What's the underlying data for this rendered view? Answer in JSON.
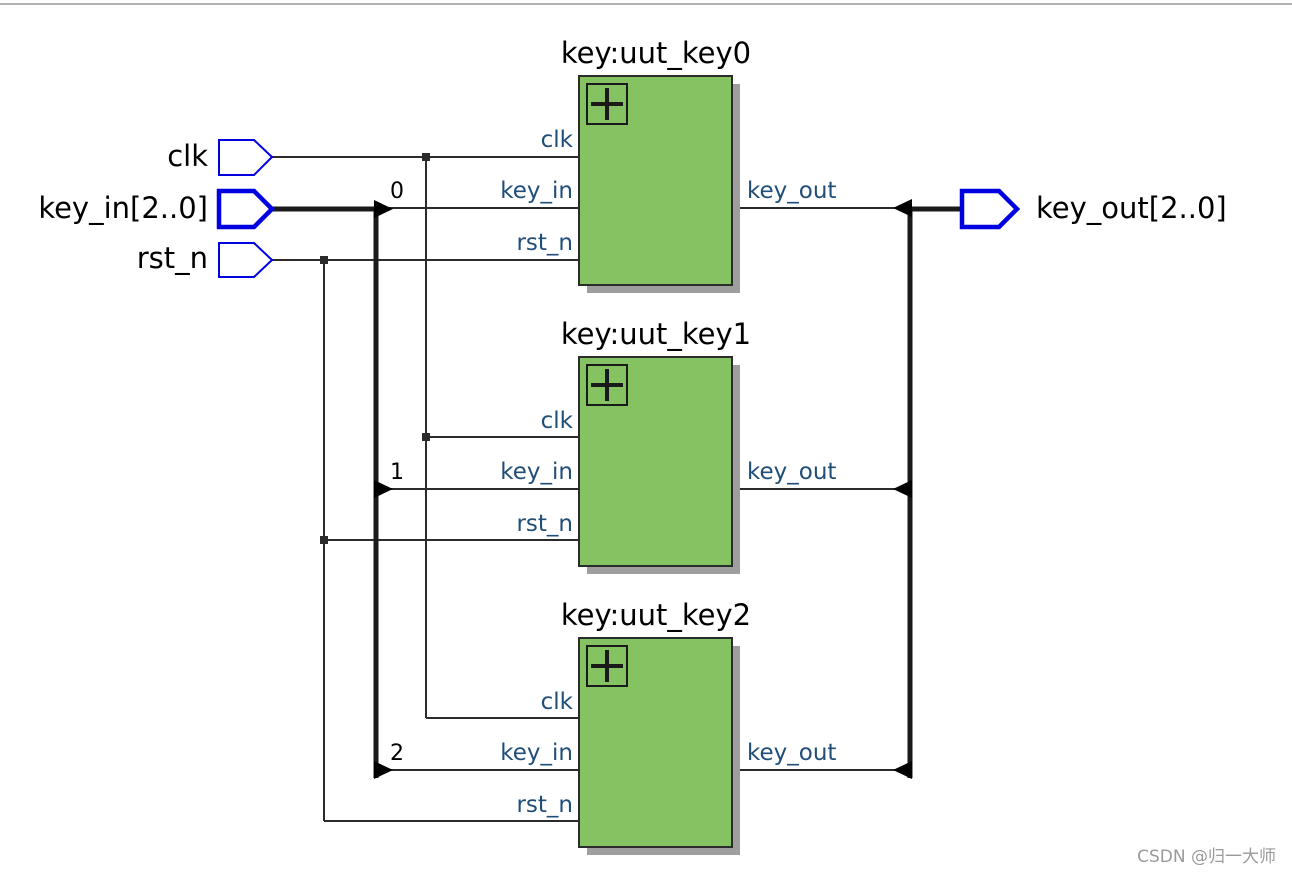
{
  "ports": {
    "inputs": [
      {
        "name": "clk",
        "bus": false
      },
      {
        "name": "key_in[2..0]",
        "bus": true
      },
      {
        "name": "rst_n",
        "bus": false
      }
    ],
    "outputs": [
      {
        "name": "key_out[2..0]",
        "bus": true
      }
    ]
  },
  "blocks": [
    {
      "title": "key:uut_key0",
      "pins_in": [
        "clk",
        "key_in",
        "rst_n"
      ],
      "pins_out": [
        "key_out"
      ],
      "bus_index": "0"
    },
    {
      "title": "key:uut_key1",
      "pins_in": [
        "clk",
        "key_in",
        "rst_n"
      ],
      "pins_out": [
        "key_out"
      ],
      "bus_index": "1"
    },
    {
      "title": "key:uut_key2",
      "pins_in": [
        "clk",
        "key_in",
        "rst_n"
      ],
      "pins_out": [
        "key_out"
      ],
      "bus_index": "2"
    }
  ],
  "watermark": "CSDN @归一大师",
  "colors": {
    "block_fill": "#85c262",
    "port_outline": "#0000e0",
    "pin_label": "#1f4e79",
    "wire": "#2b2b2b"
  }
}
